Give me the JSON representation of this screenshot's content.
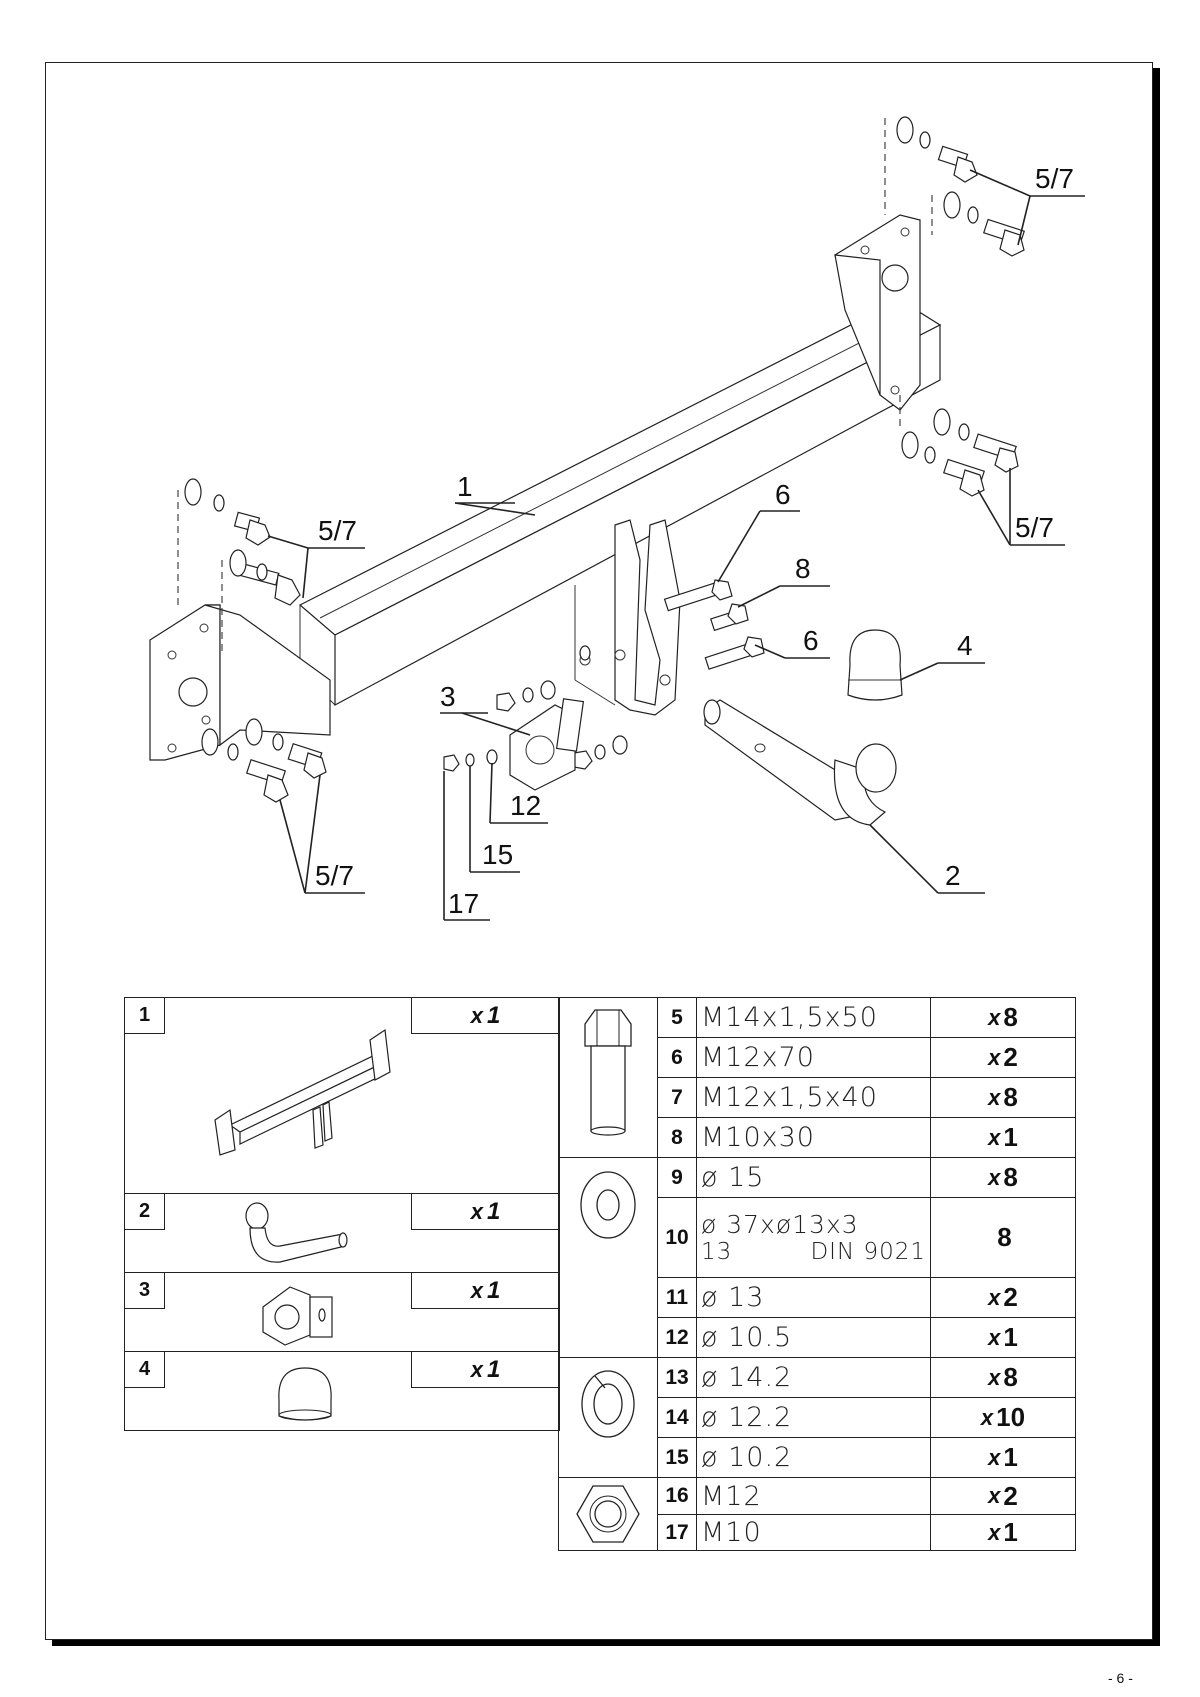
{
  "callouts": {
    "c1": "1",
    "c2": "2",
    "c3": "3",
    "c4": "4",
    "c6a": "6",
    "c6b": "6",
    "c8": "8",
    "c12": "12",
    "c15": "15",
    "c17": "17",
    "c57a": "5/7",
    "c57b": "5/7",
    "c57c": "5/7",
    "c57d": "5/7"
  },
  "parts": [
    {
      "num": "1",
      "qty": "1",
      "qty_prefix": "x"
    },
    {
      "num": "2",
      "qty": "1",
      "qty_prefix": "x"
    },
    {
      "num": "3",
      "qty": "1",
      "qty_prefix": "x"
    },
    {
      "num": "4",
      "qty": "1",
      "qty_prefix": "x"
    }
  ],
  "hardware": [
    {
      "num": "5",
      "size": "M14x1,5x50",
      "qty": "8",
      "qty_prefix": "x"
    },
    {
      "num": "6",
      "size": "M12x70",
      "qty": "2",
      "qty_prefix": "x"
    },
    {
      "num": "7",
      "size": "M12x1,5x40",
      "qty": "8",
      "qty_prefix": "x"
    },
    {
      "num": "8",
      "size": "M10x30",
      "qty": "1",
      "qty_prefix": "x"
    },
    {
      "num": "9",
      "size": "ø 15",
      "qty": "8",
      "qty_prefix": "x"
    },
    {
      "num": "10",
      "size": "ø 37xø13x3",
      "size2": "13",
      "size3": "DIN 9021",
      "qty": "8",
      "qty_prefix": ""
    },
    {
      "num": "11",
      "size": "ø 13",
      "qty": "2",
      "qty_prefix": "x"
    },
    {
      "num": "12",
      "size": "ø 10.5",
      "qty": "1",
      "qty_prefix": "x"
    },
    {
      "num": "13",
      "size": "ø 14.2",
      "qty": "8",
      "qty_prefix": "x"
    },
    {
      "num": "14",
      "size": "ø 12.2",
      "qty": "10",
      "qty_prefix": "x"
    },
    {
      "num": "15",
      "size": "ø 10.2",
      "qty": "1",
      "qty_prefix": "x"
    },
    {
      "num": "16",
      "size": "M12",
      "qty": "2",
      "qty_prefix": "x"
    },
    {
      "num": "17",
      "size": "M10",
      "qty": "1",
      "qty_prefix": "x"
    }
  ],
  "page_number": "- 6 -"
}
